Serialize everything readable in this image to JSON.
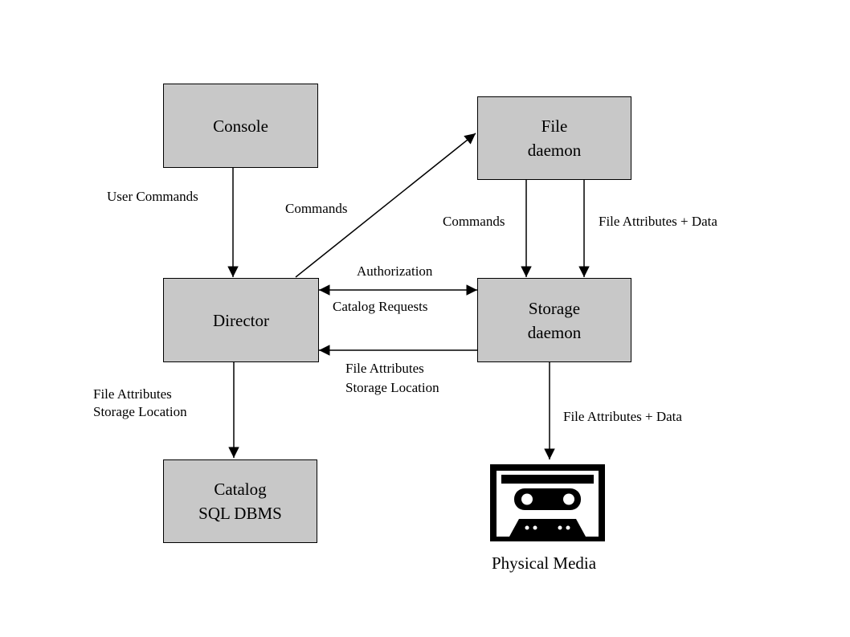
{
  "nodes": {
    "console": {
      "label": "Console"
    },
    "file_daemon": {
      "line1": "File",
      "line2": "daemon"
    },
    "director": {
      "label": "Director"
    },
    "storage_daemon": {
      "line1": "Storage",
      "line2": "daemon"
    },
    "catalog": {
      "line1": "Catalog",
      "line2": "SQL DBMS"
    },
    "physical_media": {
      "label": "Physical Media"
    }
  },
  "edges": {
    "console_to_director": "User Commands",
    "director_to_file": "Commands",
    "file_to_storage_commands": "Commands",
    "file_to_storage_data": "File Attributes + Data",
    "director_storage_auth": "Authorization",
    "director_storage_catalog": "Catalog Requests",
    "storage_to_director_line1": "File Attributes",
    "storage_to_director_line2": "Storage Location",
    "director_to_catalog_line1": "File Attributes",
    "director_to_catalog_line2": "Storage Location",
    "storage_to_media": "File Attributes + Data"
  }
}
